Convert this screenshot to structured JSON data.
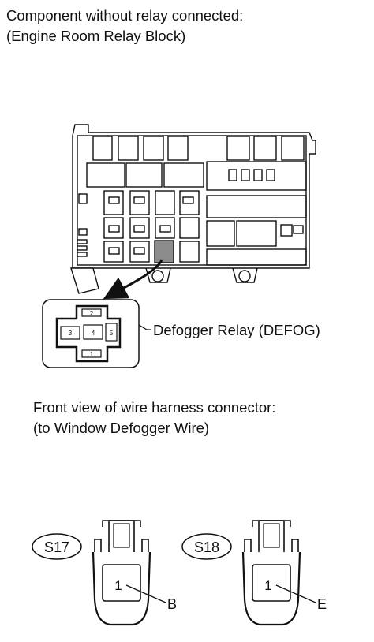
{
  "section1": {
    "heading_line1": "Component without relay connected:",
    "heading_line2": "(Engine Room Relay Block)"
  },
  "relay": {
    "callout": "Defogger Relay (DEFOG)",
    "pins": [
      "2",
      "3",
      "4",
      "5",
      "1"
    ]
  },
  "section2": {
    "heading_line1": "Front view of wire harness connector:",
    "heading_line2": "(to Window Defogger Wire)"
  },
  "connectors": [
    {
      "tag": "S17",
      "pin": "1",
      "terminal": "B"
    },
    {
      "tag": "S18",
      "pin": "1",
      "terminal": "E"
    }
  ]
}
